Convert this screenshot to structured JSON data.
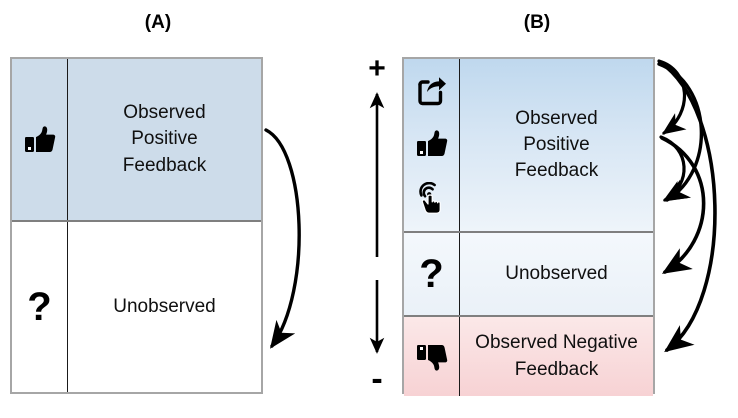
{
  "figure": {
    "panels": [
      {
        "key": "A",
        "title": "(A)",
        "rows": [
          {
            "key": "positive",
            "icons": [
              "thumbs-up-icon"
            ],
            "label": "Observed\nPositive\nFeedback",
            "fill": "#cddcea"
          },
          {
            "key": "unobserved",
            "icons": [
              "question-mark-icon"
            ],
            "label": "Unobserved",
            "fill": "#ffffff"
          }
        ],
        "arrows": [
          {
            "name": "positive-to-unobserved-arrow",
            "from": "positive",
            "to": "unobserved"
          }
        ]
      },
      {
        "key": "B",
        "title": "(B)",
        "axis": {
          "positive_sign": "+",
          "negative_sign": "-",
          "up_arrow": "up-arrow-icon",
          "down_arrow": "down-arrow-icon"
        },
        "rows": [
          {
            "key": "positive",
            "icons": [
              "share-icon",
              "thumbs-up-icon",
              "tap-gesture-icon"
            ],
            "label": "Observed\nPositive\nFeedback",
            "fill": "#bfd8ee"
          },
          {
            "key": "unobserved",
            "icons": [
              "question-mark-icon"
            ],
            "label": "Unobserved",
            "fill": "#eaf1f8"
          },
          {
            "key": "negative",
            "icons": [
              "thumbs-down-icon"
            ],
            "label": "Observed Negative\nFeedback",
            "fill": "#f7d2d4"
          }
        ],
        "arrows": [
          {
            "name": "top-to-mid-arrow",
            "from": "positive-top",
            "to": "positive-mid"
          },
          {
            "name": "top-to-positive-bottom-arrow",
            "from": "positive-top",
            "to": "positive-bottom"
          },
          {
            "name": "mid-to-positive-bottom-arrow",
            "from": "positive-mid",
            "to": "positive-bottom"
          },
          {
            "name": "mid-to-unobserved-arrow",
            "from": "positive-mid",
            "to": "unobserved"
          },
          {
            "name": "top-to-negative-arrow",
            "from": "positive-top",
            "to": "negative"
          }
        ]
      }
    ],
    "colors": {
      "positive_blue": "#cddcea",
      "negative_pink": "#f7d2d4",
      "border_gray": "#a6a6a6",
      "divider_black": "#1a1a1a",
      "arrow_black": "#000000",
      "background": "#ffffff"
    }
  }
}
